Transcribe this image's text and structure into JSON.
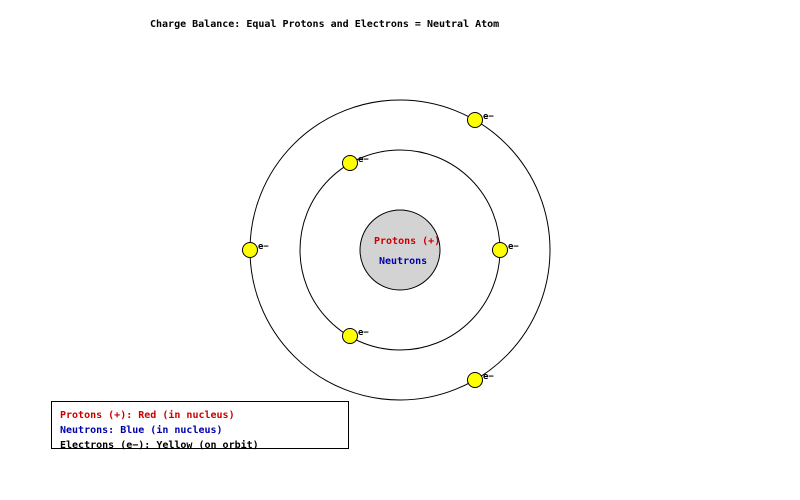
{
  "title": "Charge Balance: Equal Protons and Electrons = Neutral Atom",
  "colors": {
    "proton": "#cc0000",
    "neutron": "#0000aa",
    "electron": "#ffff00",
    "nucleus_fill": "#d3d3d3",
    "orbit": "#000000"
  },
  "nucleus": {
    "protons_label": "Protons (+)",
    "neutrons_label": "Neutrons"
  },
  "electron_label": "e−",
  "orbits": [
    {
      "name": "inner",
      "electrons": 3
    },
    {
      "name": "outer",
      "electrons": 3
    }
  ],
  "legend": {
    "protons": "Protons (+): Red (in nucleus)",
    "neutrons": "Neutrons: Blue (in nucleus)",
    "electrons": "Electrons (e−): Yellow (on orbit)"
  }
}
